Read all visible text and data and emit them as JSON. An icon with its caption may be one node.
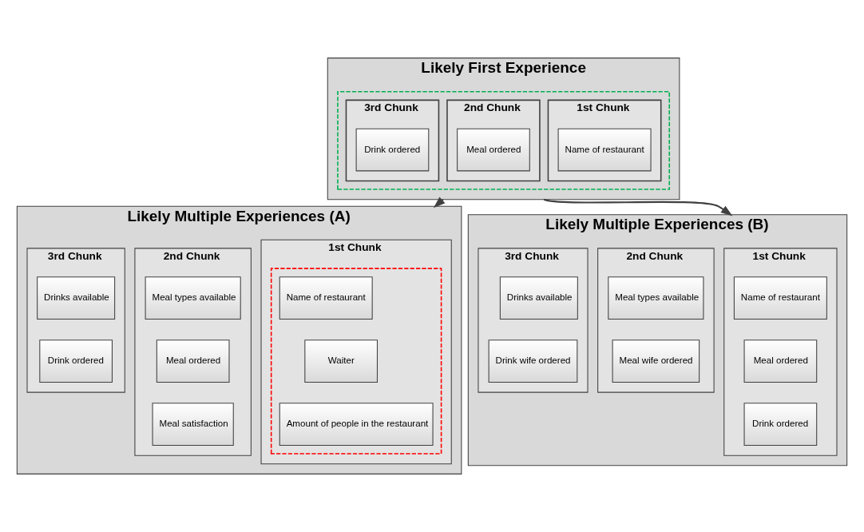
{
  "diagram": {
    "nodes": [
      {
        "text": [
          "Likely First Experience"
        ]
      },
      {
        "text": [],
        "shape": "box",
        "in": 0
      },
      {
        "text": [
          "1st Chunk"
        ],
        "in": 1
      },
      {
        "text": [
          "Name of restaurant"
        ],
        "in": 2
      },
      {
        "text": [
          "2nd Chunk"
        ],
        "in": 1
      },
      {
        "text": [
          "Meal ordered"
        ],
        "in": 4
      },
      {
        "text": [
          "3rd Chunk"
        ],
        "in": 1
      },
      {
        "text": [
          "Drink ordered"
        ],
        "in": 6
      },
      {
        "text": [
          "Likely Multiple Experiences (A)"
        ]
      },
      {
        "text": [
          "1st Chunk"
        ],
        "in": 8
      },
      {
        "text": [],
        "shape": "box",
        "in": 9
      },
      {
        "text": [
          "Name of restaurant"
        ],
        "in": 10
      },
      {
        "text": [
          "Waiter"
        ],
        "in": 10
      },
      {
        "text": [
          "Amount of people in the restaurant"
        ],
        "in": 10
      },
      {
        "text": [
          "2nd Chunk"
        ],
        "in": 8
      },
      {
        "text": [
          "Meal types available"
        ],
        "in": 14
      },
      {
        "text": [
          "Meal ordered"
        ],
        "in": 14
      },
      {
        "text": [
          "Meal satisfaction"
        ],
        "in": 14
      },
      {
        "text": [
          "3rd Chunk"
        ],
        "in": 8
      },
      {
        "text": [
          "Drinks available"
        ],
        "in": 18
      },
      {
        "text": [
          "Drink ordered"
        ],
        "in": 18
      },
      {
        "text": [
          "Likely Multiple Experiences (B)"
        ]
      },
      {
        "text": [
          "1st Chunk"
        ],
        "in": 21
      },
      {
        "text": [
          "Name of restaurant"
        ],
        "in": 22
      },
      {
        "text": [
          "Meal ordered"
        ],
        "in": 22
      },
      {
        "text": [
          "Drink ordered"
        ],
        "in": 22
      },
      {
        "text": [
          "2nd Chunk"
        ],
        "in": 21
      },
      {
        "text": [
          "Meal types available"
        ],
        "in": 26
      },
      {
        "text": [
          "Meal wife ordered"
        ],
        "in": 26
      },
      {
        "text": [
          "3rd Chunk"
        ],
        "in": 21
      },
      {
        "text": [
          "Drinks available"
        ],
        "in": 29
      },
      {
        "text": [
          "Drink wife ordered"
        ],
        "in": 29
      }
    ],
    "edges": [
      {
        "from": 0,
        "to": 8,
        "arrow": "to"
      },
      {
        "from": 0,
        "to": 21,
        "arrow": "to"
      }
    ]
  }
}
